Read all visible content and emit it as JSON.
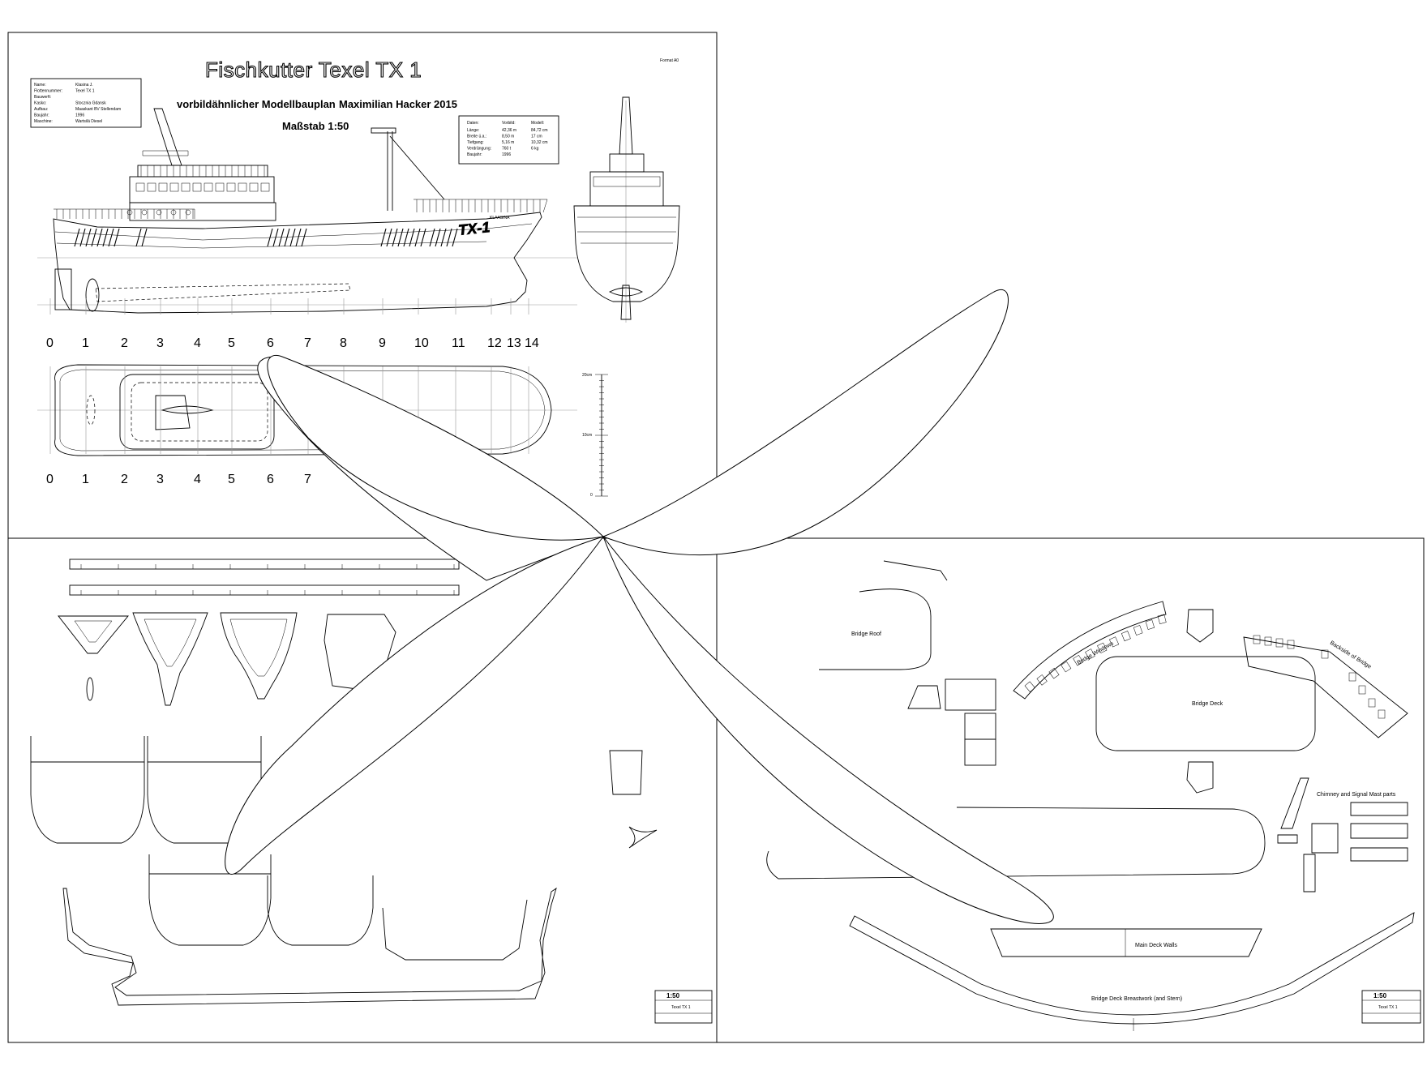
{
  "sheet1": {
    "title": "Fischkutter Texel TX 1",
    "subtitle": "vorbildähnlicher Modellbauplan",
    "author": "Maximilian Hacker 2015",
    "scale": "Maßstab 1:50",
    "format": "Format A0",
    "hull_mark": "TX-1",
    "hull_name": "KLAASINA",
    "info_box": [
      {
        "label": "Name:",
        "value": "Klasina J."
      },
      {
        "label": "Flottennummer:",
        "value": "Texel TX 1"
      },
      {
        "label": "Bauwerft:",
        "value": ""
      },
      {
        "label": "Kasko:",
        "value": "Stocznia Gdansk"
      },
      {
        "label": "Aufbau:",
        "value": "Maaskant BV Stellendam"
      },
      {
        "label": "Baujahr:",
        "value": "1996"
      },
      {
        "label": "Maschine:",
        "value": "Wartsilä Diesel"
      }
    ],
    "data_box": {
      "headers": [
        "Daten:",
        "Vorbild:",
        "Modell:"
      ],
      "rows": [
        {
          "label": "Länge:",
          "original": "42,36 m",
          "model": "84,72 cm"
        },
        {
          "label": "Breite ü.a.:",
          "original": "8,50 m",
          "model": "17 cm"
        },
        {
          "label": "Tiefgang:",
          "original": "5,16 m",
          "model": "10,32 cm"
        },
        {
          "label": "Verdrängung:",
          "original": "760 t",
          "model": "6 kg"
        },
        {
          "label": "Baujahr:",
          "original": "1996",
          "model": ""
        }
      ]
    },
    "frame_numbers": [
      "0",
      "1",
      "2",
      "3",
      "4",
      "5",
      "6",
      "7",
      "8",
      "9",
      "10",
      "11",
      "12",
      "13",
      "14"
    ],
    "frame_numbers_lower": [
      "0",
      "1",
      "2",
      "3",
      "4",
      "5",
      "6",
      "7"
    ],
    "scale_bar": {
      "labels": [
        "20cm",
        "10cm",
        "0"
      ]
    }
  },
  "sheet3": {
    "labels": {
      "bridge_roof": "Bridge Roof",
      "bridge_windows": "Bridge Windows",
      "backside_bridge": "Backside of Bridge",
      "bridge_deck": "Bridge Deck",
      "chimney": "Chimney and Signal Mast parts",
      "main_deck_walls": "Main Deck Walls",
      "breastwork": "Bridge Deck Breastwork (and Stern)"
    }
  },
  "title_blocks": [
    {
      "scale": "1:50",
      "name": "Texel TX 1"
    },
    {
      "scale": "1:50",
      "name": "Texel TX 1"
    }
  ]
}
